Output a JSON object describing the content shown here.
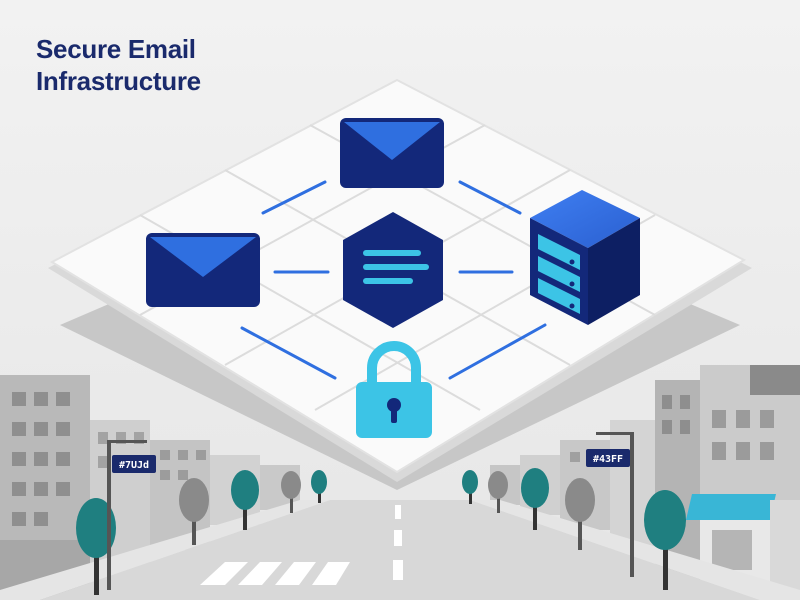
{
  "title": {
    "line1": "Secure Email",
    "line2": "Infrastructure"
  },
  "street_signs": {
    "left": "#7UJd",
    "right": "#43FF"
  },
  "colors": {
    "navy": "#13287a",
    "blue": "#2f6fe0",
    "cyan": "#3cc4e6",
    "teal": "#1f7f80",
    "awning": "#39b6d6",
    "background": "#efefef"
  },
  "icons": [
    "envelope-icon",
    "envelope-icon",
    "document-hexagon-icon",
    "server-rack-icon",
    "padlock-icon",
    "tree-icon",
    "street-sign-icon"
  ]
}
